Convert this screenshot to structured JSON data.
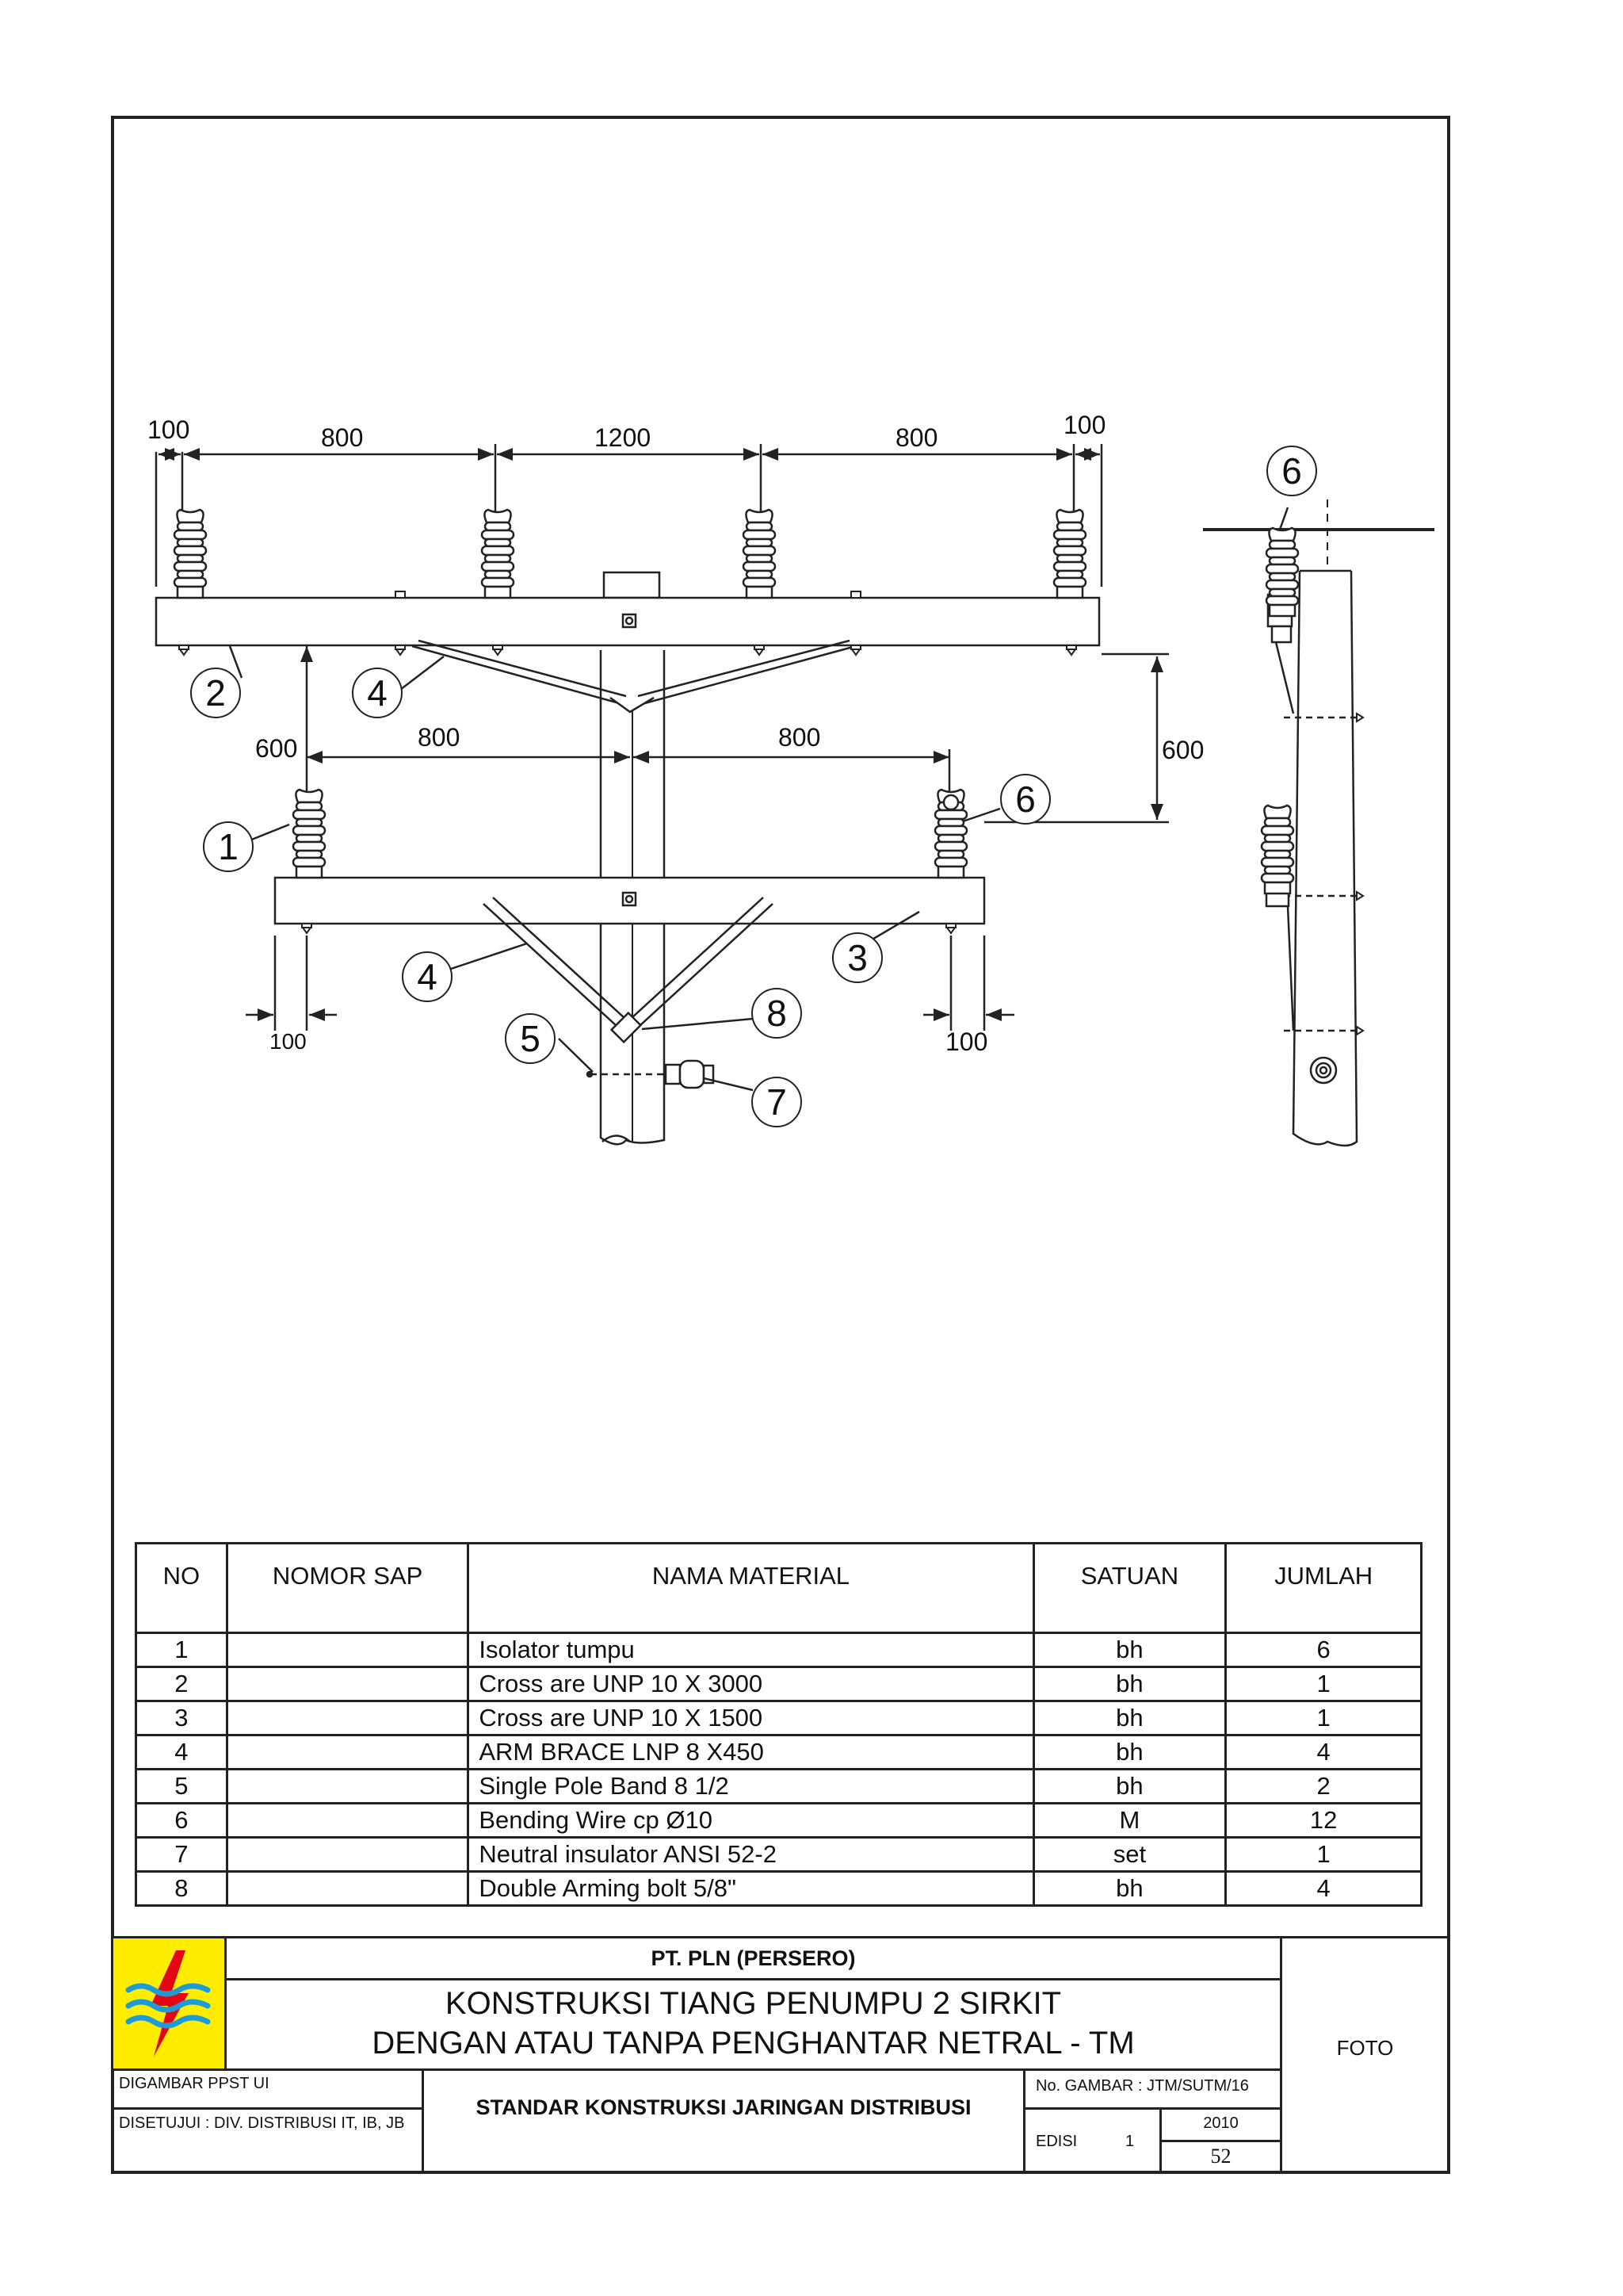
{
  "diagram": {
    "dimensions_top": [
      "100",
      "800",
      "1200",
      "800",
      "100"
    ],
    "dim_left_600": "600",
    "dim_mid_800_left": "800",
    "dim_mid_800_right": "800",
    "dim_right_600": "600",
    "dim_bottom_left": "100",
    "dim_bottom_right": "100",
    "callouts": {
      "c1": "1",
      "c2": "2",
      "c3": "3",
      "c4a": "4",
      "c4b": "4",
      "c5": "5",
      "c6a": "6",
      "c6b": "6",
      "c7": "7",
      "c8": "8"
    }
  },
  "table": {
    "headers": {
      "no": "NO",
      "sap": "NOMOR SAP",
      "nama": "NAMA MATERIAL",
      "satuan": "SATUAN",
      "jumlah": "JUMLAH"
    },
    "rows": [
      {
        "no": "1",
        "sap": "",
        "nama": "Isolator tumpu",
        "satuan": "bh",
        "jumlah": "6"
      },
      {
        "no": "2",
        "sap": "",
        "nama": "Cross are UNP 10 X 3000",
        "satuan": "bh",
        "jumlah": "1"
      },
      {
        "no": "3",
        "sap": "",
        "nama": "Cross are UNP 10 X 1500",
        "satuan": "bh",
        "jumlah": "1"
      },
      {
        "no": "4",
        "sap": "",
        "nama": "ARM BRACE LNP 8 X450",
        "satuan": "bh",
        "jumlah": "4"
      },
      {
        "no": "5",
        "sap": "",
        "nama": "Single Pole Band 8  1/2",
        "satuan": "bh",
        "jumlah": "2"
      },
      {
        "no": "6",
        "sap": "",
        "nama": "Bending Wire cp Ø10",
        "satuan": "M",
        "jumlah": "12"
      },
      {
        "no": "7",
        "sap": "",
        "nama": "Neutral insulator ANSI 52-2",
        "satuan": "set",
        "jumlah": "1"
      },
      {
        "no": "8",
        "sap": "",
        "nama": "Double Arming bolt 5/8\"",
        "satuan": "bh",
        "jumlah": "4"
      }
    ]
  },
  "title_block": {
    "company": "PT. PLN (PERSERO)",
    "title_line1": "KONSTRUKSI TIANG PENUMPU 2 SIRKIT",
    "title_line2": "DENGAN ATAU TANPA PENGHANTAR NETRAL - TM",
    "foto": "FOTO",
    "digambar": "DIGAMBAR PPST UI",
    "disetujui": "DISETUJUI : DIV. DISTRIBUSI IT, IB, JB",
    "standar": "STANDAR KONSTRUKSI JARINGAN DISTRIBUSI",
    "no_gambar": "No. GAMBAR : JTM/SUTM/16",
    "edisi_label": "EDISI",
    "edisi_value": "1",
    "year": "2010",
    "page": "52"
  },
  "colors": {
    "logo_bg": "#FFED00",
    "logo_bolt": "#E30613",
    "logo_wave": "#1D9BD7",
    "line": "#222222"
  }
}
